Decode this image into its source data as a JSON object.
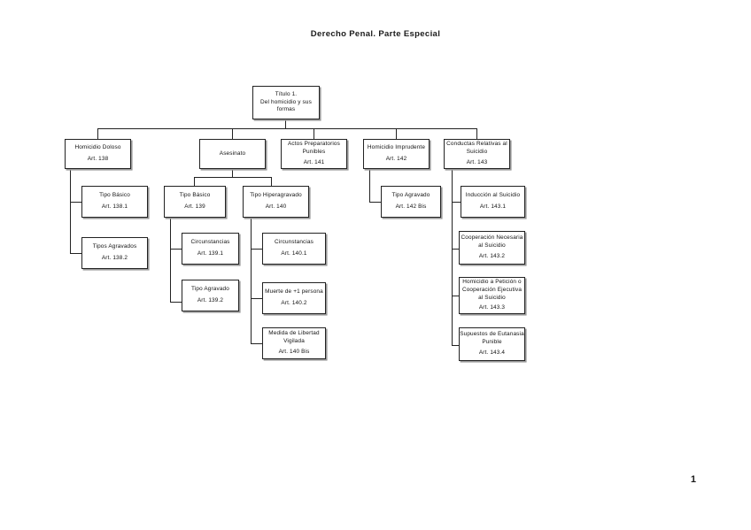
{
  "document": {
    "title": "Derecho Penal. Parte Especial",
    "page_number": "1"
  },
  "chart_data": {
    "type": "diagram",
    "diagram_kind": "organizational-tree",
    "title": "Derecho Penal. Parte Especial",
    "orientation": "top-down with left-side vertical buses for sub-levels",
    "node_count": 17,
    "levels": 5
  },
  "nodes": {
    "root": {
      "id": "titulo-1",
      "line1": "Título 1.",
      "line2": "Del homicidio y sus",
      "line3": "formas"
    },
    "homicidio_doloso": {
      "label": "Homicidio Doloso",
      "article": "Art. 138"
    },
    "asesinato": {
      "label": "Asesinato",
      "article": ""
    },
    "actos_preparatorios": {
      "line1": "Actos Preparatorios",
      "line2": "Punibles",
      "article": "Art. 141"
    },
    "homicidio_imprudente": {
      "label": "Homicidio Imprudente",
      "article": "Art. 142"
    },
    "conductas_suicidio": {
      "line1": "Conductas Relativas al",
      "line2": "Suicidio",
      "article": "Art. 143"
    },
    "tipo_basico_138": {
      "label": "Tipo Básico",
      "article": "Art. 138.1"
    },
    "tipos_agravados_138": {
      "label": "Tipos Agravados",
      "article": "Art. 138.2"
    },
    "tipo_basico_139": {
      "label": "Tipo Básico",
      "article": "Art. 139"
    },
    "circunstancias_139": {
      "label": "Circunstancias",
      "article": "Art. 139.1"
    },
    "tipo_agravado_139": {
      "label": "Tipo Agravado",
      "article": "Art. 139.2"
    },
    "tipo_hiperagravado_140": {
      "label": "Tipo Hiperagravado",
      "article": "Art. 140"
    },
    "circunstancias_140": {
      "label": "Circunstancias",
      "article": "Art. 140.1"
    },
    "muerte_varias_140": {
      "label": "Muerte de +1 persona",
      "article": "Art. 140.2"
    },
    "libertad_vigilada_140": {
      "line1": "Medida de Libertad",
      "line2": "Vigilada",
      "article": "Art. 140 Bis"
    },
    "tipo_agravado_142": {
      "label": "Tipo Agravado",
      "article": "Art. 142 Bis"
    },
    "induccion_suicidio": {
      "label": "Inducción al Suicidio",
      "article": "Art. 143.1"
    },
    "cooperacion_necesaria": {
      "line1": "Cooperación Necesaria",
      "line2": "al Suicidio",
      "article": "Art. 143.2"
    },
    "homicidio_peticion": {
      "line1": "Homicidio a Petición o",
      "line2": "Cooperación Ejecutiva",
      "line3": "al Suicidio",
      "article": "Art. 143.3"
    },
    "eutanasia_punible": {
      "line1": "Supuestos de Eutanasia",
      "line2": "Punible",
      "article": "Art. 143.4"
    }
  },
  "colors": {
    "border": "#222222",
    "shadow": "#9a9a9a",
    "background": "#ffffff",
    "text": "#111111"
  }
}
